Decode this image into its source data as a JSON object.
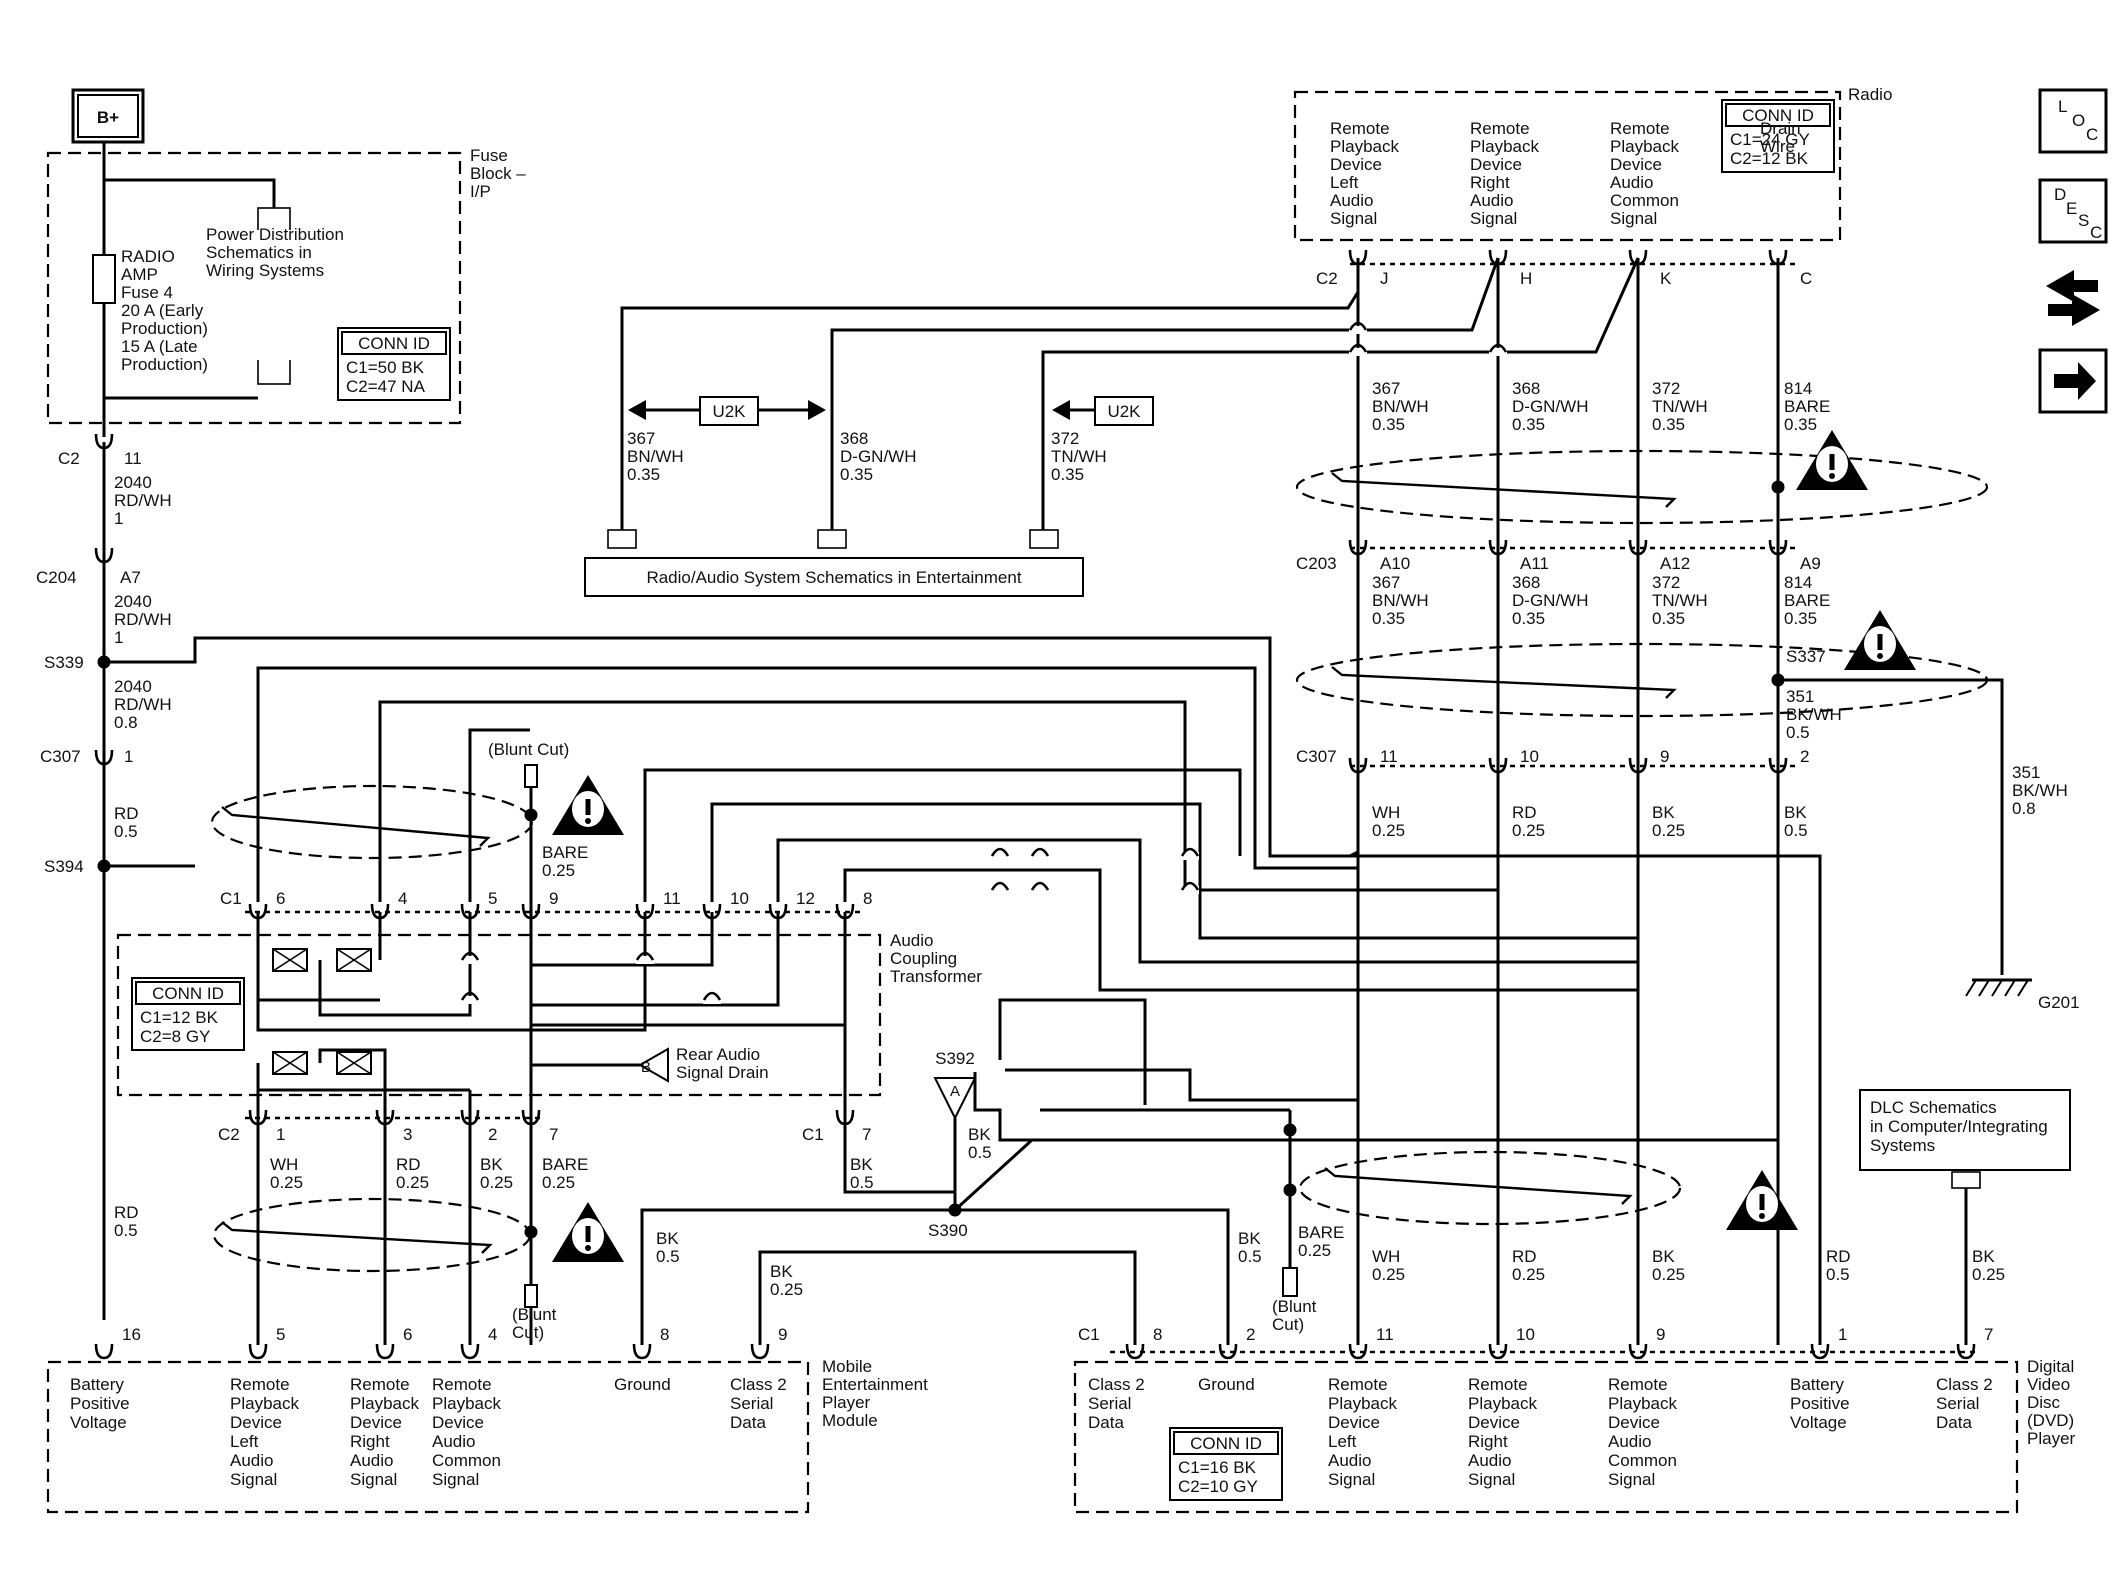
{
  "top_left": {
    "battery_label": "B+",
    "fuse_block_label": [
      "Fuse",
      "Block –",
      "I/P"
    ],
    "fuse_label": [
      "RADIO",
      "AMP",
      "Fuse 4",
      "20 A (Early",
      "Production)",
      "15 A (Late",
      "Production)"
    ],
    "power_dist_label": [
      "Power Distribution",
      "Schematics in",
      "Wiring Systems"
    ],
    "conn_id": {
      "title": "CONN ID",
      "lines": [
        "C1=50 BK",
        "C2=47 NA"
      ]
    }
  },
  "left_column": {
    "c2": "C2",
    "c2_pin": "11",
    "wire1": [
      "2040",
      "RD/WH",
      "1"
    ],
    "c204": "C204",
    "c204_pin": "A7",
    "wire2": [
      "2040",
      "RD/WH",
      "1"
    ],
    "s339": "S339",
    "wire3": [
      "2040",
      "RD/WH",
      "0.8"
    ],
    "c307": "C307",
    "c307_pin": "1",
    "wire4": [
      "RD",
      "0.5"
    ],
    "s394": "S394",
    "wire5": [
      "RD",
      "0.5"
    ]
  },
  "radio": {
    "label": "Radio",
    "signals": [
      [
        "Remote",
        "Playback",
        "Device",
        "Left",
        "Audio",
        "Signal"
      ],
      [
        "Remote",
        "Playback",
        "Device",
        "Right",
        "Audio",
        "Signal"
      ],
      [
        "Remote",
        "Playback",
        "Device",
        "Audio",
        "Common",
        "Signal"
      ],
      [
        "Drain",
        "Wire"
      ]
    ],
    "conn_id": {
      "title": "CONN ID",
      "lines": [
        "C1=24 GY",
        "C2=12 BK"
      ]
    },
    "c2": "C2",
    "pins": [
      "J",
      "H",
      "K",
      "C"
    ]
  },
  "radio_wires": {
    "upper": [
      [
        "367",
        "BN/WH",
        "0.35"
      ],
      [
        "368",
        "D-GN/WH",
        "0.35"
      ],
      [
        "372",
        "TN/WH",
        "0.35"
      ],
      [
        "814",
        "BARE",
        "0.35"
      ]
    ],
    "c203": "C203",
    "c203_pins": [
      "A10",
      "A11",
      "A12",
      "A9"
    ],
    "lower": [
      [
        "367",
        "BN/WH",
        "0.35"
      ],
      [
        "368",
        "D-GN/WH",
        "0.35"
      ],
      [
        "372",
        "TN/WH",
        "0.35"
      ],
      [
        "814",
        "BARE",
        "0.35"
      ]
    ],
    "s337": "S337",
    "drain_wire": [
      "351",
      "BK/WH",
      "0.5"
    ],
    "c307": "C307",
    "c307_pins": [
      "11",
      "10",
      "9",
      "2"
    ],
    "c307_wires": [
      [
        "WH",
        "0.25"
      ],
      [
        "RD",
        "0.25"
      ],
      [
        "BK",
        "0.25"
      ],
      [
        "BK",
        "0.5"
      ]
    ],
    "ground_wire": [
      "351",
      "BK/WH",
      "0.8"
    ],
    "ground_label": "G201"
  },
  "u2k": {
    "label": "U2K",
    "wires": [
      [
        "367",
        "BN/WH",
        "0.35"
      ],
      [
        "368",
        "D-GN/WH",
        "0.35"
      ],
      [
        "372",
        "TN/WH",
        "0.35"
      ]
    ],
    "schematic_box": "Radio/Audio System Schematics in Entertainment"
  },
  "transformer": {
    "blunt_cut_top": "(Blunt Cut)",
    "bare_top": [
      "BARE",
      "0.25"
    ],
    "c1": "C1",
    "c1_pins": [
      "6",
      "4",
      "5",
      "9",
      "11",
      "10",
      "12",
      "8"
    ],
    "label": [
      "Audio",
      "Coupling",
      "Transformer"
    ],
    "conn_id": {
      "title": "CONN ID",
      "lines": [
        "C1=12 BK",
        "C2=8 GY"
      ]
    },
    "rear_drain": {
      "letter": "B",
      "label": [
        "Rear Audio",
        "Signal Drain"
      ]
    },
    "c2": "C2",
    "c2_pins": [
      "1",
      "3",
      "2",
      "7"
    ],
    "c2_wires": [
      [
        "WH",
        "0.25"
      ],
      [
        "RD",
        "0.25"
      ],
      [
        "BK",
        "0.25"
      ],
      [
        "BARE",
        "0.25"
      ]
    ],
    "blunt_cut_bottom": [
      "(Blunt",
      "Cut)"
    ],
    "c1_bottom": "C1",
    "c1_bottom_pin": "7",
    "c1_bottom_wire": [
      "BK",
      "0.5"
    ]
  },
  "splices": {
    "s392": "S392",
    "s392_letter": "A",
    "s392_wire": [
      "BK",
      "0.5"
    ],
    "s390": "S390",
    "ground_wire_left": [
      "BK",
      "0.5"
    ],
    "serial_wire_left": [
      "BK",
      "0.25"
    ],
    "ground_wire_right": [
      "BK",
      "0.5"
    ]
  },
  "dvd_wires": {
    "bare": [
      "BARE",
      "0.25"
    ],
    "blunt_cut": [
      "(Blunt",
      "Cut)"
    ],
    "wires": [
      [
        "WH",
        "0.25"
      ],
      [
        "RD",
        "0.25"
      ],
      [
        "BK",
        "0.25"
      ],
      [
        "RD",
        "0.5"
      ],
      [
        "BK",
        "0.25"
      ]
    ]
  },
  "dlc": {
    "label": [
      "DLC Schematics",
      "in Computer/Integrating",
      "Systems"
    ]
  },
  "mobile_module": {
    "label": [
      "Mobile",
      "Entertainment",
      "Player",
      "Module"
    ],
    "pins": [
      "16",
      "5",
      "6",
      "4",
      "8",
      "9"
    ],
    "signals": [
      [
        "Battery",
        "Positive",
        "Voltage"
      ],
      [
        "Remote",
        "Playback",
        "Device",
        "Left",
        "Audio",
        "Signal"
      ],
      [
        "Remote",
        "Playback",
        "Device",
        "Right",
        "Audio",
        "Signal"
      ],
      [
        "Remote",
        "Playback",
        "Device",
        "Audio",
        "Common",
        "Signal"
      ],
      [
        "Ground"
      ],
      [
        "Class 2",
        "Serial",
        "Data"
      ]
    ]
  },
  "dvd_player": {
    "label": [
      "Digital",
      "Video",
      "Disc",
      "(DVD)",
      "Player"
    ],
    "c1": "C1",
    "pins": [
      "8",
      "2",
      "11",
      "10",
      "9",
      "1",
      "7"
    ],
    "signals": [
      [
        "Class 2",
        "Serial",
        "Data"
      ],
      [
        "Ground"
      ],
      [
        "Remote",
        "Playback",
        "Device",
        "Left",
        "Audio",
        "Signal"
      ],
      [
        "Remote",
        "Playback",
        "Device",
        "Right",
        "Audio",
        "Signal"
      ],
      [
        "Remote",
        "Playback",
        "Device",
        "Audio",
        "Common",
        "Signal"
      ],
      [
        "Battery",
        "Positive",
        "Voltage"
      ],
      [
        "Class 2",
        "Serial",
        "Data"
      ]
    ],
    "conn_id": {
      "title": "CONN ID",
      "lines": [
        "C1=16 BK",
        "C2=10 GY"
      ]
    }
  },
  "nav_icons": [
    {
      "name": "loc-icon",
      "letters": [
        "L",
        "O",
        "C"
      ]
    },
    {
      "name": "desc-icon",
      "letters": [
        "D",
        "E",
        "S",
        "C"
      ]
    },
    {
      "name": "connector-icon",
      "letters": []
    },
    {
      "name": "next-arrow-icon",
      "letters": []
    }
  ]
}
